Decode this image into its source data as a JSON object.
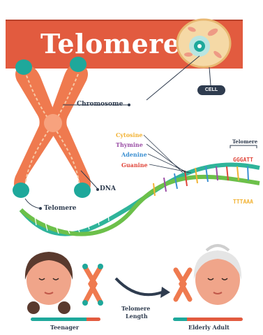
{
  "title": "Telomere",
  "labels": {
    "cell": "CELL",
    "chromosome": "Chromosome",
    "dna": "DNA",
    "telomere_left": "Telomere",
    "telomere_right": "Telomere",
    "telomere_length": [
      "Telomere",
      "Length"
    ],
    "teenager": "Teenager",
    "elderly": "Elderly Adult"
  },
  "nucleotides": [
    {
      "name": "Cytosine",
      "color": "#f2b233"
    },
    {
      "name": "Thymine",
      "color": "#9b4fa6"
    },
    {
      "name": "Adenine",
      "color": "#3b8fd1"
    },
    {
      "name": "Guanine",
      "color": "#e0453a"
    }
  ],
  "sequence": {
    "top": "GGGATT",
    "bottom": "TTTAAA"
  },
  "colors": {
    "banner": "#e25b3f",
    "chromosome": "#ef7a4f",
    "telomere_cap": "#1ea89b",
    "dark": "#2f3c4f",
    "dna_teal": "#2fb49a",
    "dna_green": "#6cc04a"
  }
}
